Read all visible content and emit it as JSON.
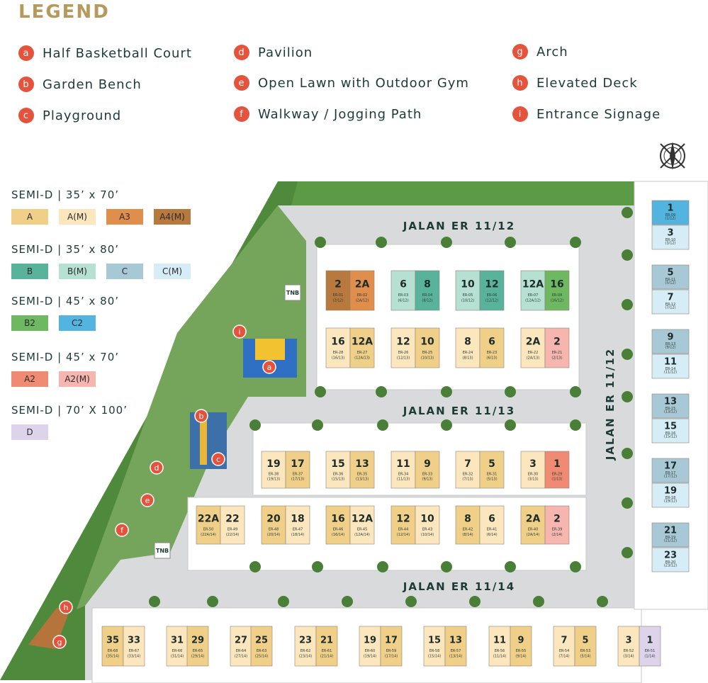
{
  "legend_title": "LEGEND",
  "amenities": [
    {
      "key": "a",
      "label": "Half Basketball Court"
    },
    {
      "key": "b",
      "label": "Garden Bench"
    },
    {
      "key": "c",
      "label": "Playground"
    },
    {
      "key": "d",
      "label": "Pavilion"
    },
    {
      "key": "e",
      "label": "Open Lawn with Outdoor Gym"
    },
    {
      "key": "f",
      "label": "Walkway / Jogging Path"
    },
    {
      "key": "g",
      "label": "Arch"
    },
    {
      "key": "h",
      "label": "Elevated Deck"
    },
    {
      "key": "i",
      "label": "Entrance Signage"
    }
  ],
  "unit_groups": [
    {
      "title": "SEMI-D | 35’ x 70’",
      "types": [
        {
          "label": "A",
          "color": "#f0cf88"
        },
        {
          "label": "A(M)",
          "color": "#fbe6bd"
        },
        {
          "label": "A3",
          "color": "#df8e4c"
        },
        {
          "label": "A4(M)",
          "color": "#b8793e"
        }
      ]
    },
    {
      "title": "SEMI-D | 35’ x 80’",
      "types": [
        {
          "label": "B",
          "color": "#58b39a"
        },
        {
          "label": "B(M)",
          "color": "#b5e0d2"
        },
        {
          "label": "C",
          "color": "#a9c8d6"
        },
        {
          "label": "C(M)",
          "color": "#d6ecf6"
        }
      ]
    },
    {
      "title": "SEMI-D | 45’ x 80’",
      "types": [
        {
          "label": "B2",
          "color": "#6fb862"
        },
        {
          "label": "C2",
          "color": "#52b4df"
        }
      ]
    },
    {
      "title": "SEMI-D | 45’ x 70’",
      "types": [
        {
          "label": "A2",
          "color": "#f08a73"
        },
        {
          "label": "A2(M)",
          "color": "#f6b5ae"
        }
      ]
    },
    {
      "title": "SEMI-D | 70’ X 100’",
      "types": [
        {
          "label": "D",
          "color": "#ddd3ea"
        }
      ]
    }
  ],
  "roads": [
    {
      "name": "JALAN ER 11/12"
    },
    {
      "name": "JALAN ER 11/13"
    },
    {
      "name": "JALAN ER 11/14"
    },
    {
      "name": "JALAN ER 11/12"
    }
  ],
  "tnb_label": "TNB",
  "lots": [
    {
      "n": "2",
      "c": "ER-01",
      "s": "(2/12)",
      "t": "A4(M)"
    },
    {
      "n": "2A",
      "c": "ER-02",
      "s": "(2A/12)",
      "t": "A3"
    },
    {
      "n": "6",
      "c": "ER-03",
      "s": "(6/12)",
      "t": "B(M)"
    },
    {
      "n": "8",
      "c": "ER-04",
      "s": "(8/12)",
      "t": "B"
    },
    {
      "n": "10",
      "c": "ER-05",
      "s": "(10/12)",
      "t": "B(M)"
    },
    {
      "n": "12",
      "c": "ER-06",
      "s": "(12/12)",
      "t": "B"
    },
    {
      "n": "12A",
      "c": "ER-07",
      "s": "(12A/12)",
      "t": "B(M)"
    },
    {
      "n": "16",
      "c": "ER-08",
      "s": "(16/12)",
      "t": "B2"
    },
    {
      "n": "16",
      "c": "ER-28",
      "s": "(16/13)",
      "t": "A(M)"
    },
    {
      "n": "12A",
      "c": "ER-27",
      "s": "(12A/13)",
      "t": "A"
    },
    {
      "n": "12",
      "c": "ER-26",
      "s": "(12/13)",
      "t": "A(M)"
    },
    {
      "n": "10",
      "c": "ER-25",
      "s": "(10/13)",
      "t": "A"
    },
    {
      "n": "8",
      "c": "ER-24",
      "s": "(8/13)",
      "t": "A(M)"
    },
    {
      "n": "6",
      "c": "ER-23",
      "s": "(6/13)",
      "t": "A"
    },
    {
      "n": "2A",
      "c": "ER-22",
      "s": "(2A/13)",
      "t": "A(M)"
    },
    {
      "n": "2",
      "c": "ER-21",
      "s": "(2/13)",
      "t": "A2(M)"
    },
    {
      "n": "19",
      "c": "ER-38",
      "s": "(19/13)",
      "t": "A(M)"
    },
    {
      "n": "17",
      "c": "ER-37",
      "s": "(17/13)",
      "t": "A"
    },
    {
      "n": "15",
      "c": "ER-36",
      "s": "(15/13)",
      "t": "A(M)"
    },
    {
      "n": "13",
      "c": "ER-35",
      "s": "(13/13)",
      "t": "A"
    },
    {
      "n": "11",
      "c": "ER-34",
      "s": "(11/13)",
      "t": "A(M)"
    },
    {
      "n": "9",
      "c": "ER-33",
      "s": "(9/13)",
      "t": "A"
    },
    {
      "n": "7",
      "c": "ER-32",
      "s": "(7/13)",
      "t": "A(M)"
    },
    {
      "n": "5",
      "c": "ER-31",
      "s": "(5/13)",
      "t": "A"
    },
    {
      "n": "3",
      "c": "ER-30",
      "s": "(3/13)",
      "t": "A(M)"
    },
    {
      "n": "1",
      "c": "ER-29",
      "s": "(1/13)",
      "t": "A2"
    },
    {
      "n": "22A",
      "c": "ER-50",
      "s": "(22A/14)",
      "t": "A"
    },
    {
      "n": "22",
      "c": "ER-49",
      "s": "(22/14)",
      "t": "A(M)"
    },
    {
      "n": "20",
      "c": "ER-48",
      "s": "(20/14)",
      "t": "A"
    },
    {
      "n": "18",
      "c": "ER-47",
      "s": "(18/14)",
      "t": "A(M)"
    },
    {
      "n": "16",
      "c": "ER-46",
      "s": "(16/14)",
      "t": "A"
    },
    {
      "n": "12A",
      "c": "ER-45",
      "s": "(12A/14)",
      "t": "A(M)"
    },
    {
      "n": "12",
      "c": "ER-44",
      "s": "(12/14)",
      "t": "A"
    },
    {
      "n": "10",
      "c": "ER-43",
      "s": "(10/14)",
      "t": "A(M)"
    },
    {
      "n": "8",
      "c": "ER-42",
      "s": "(8/14)",
      "t": "A"
    },
    {
      "n": "6",
      "c": "ER-41",
      "s": "(6/14)",
      "t": "A(M)"
    },
    {
      "n": "2A",
      "c": "ER-40",
      "s": "(2A/14)",
      "t": "A"
    },
    {
      "n": "2",
      "c": "ER-39",
      "s": "(2/14)",
      "t": "A2(M)"
    },
    {
      "n": "35",
      "c": "ER-68",
      "s": "(35/14)",
      "t": "A"
    },
    {
      "n": "33",
      "c": "ER-67",
      "s": "(33/14)",
      "t": "A(M)"
    },
    {
      "n": "31",
      "c": "ER-66",
      "s": "(31/14)",
      "t": "A(M)"
    },
    {
      "n": "29",
      "c": "ER-65",
      "s": "(29/14)",
      "t": "A"
    },
    {
      "n": "27",
      "c": "ER-64",
      "s": "(27/14)",
      "t": "A(M)"
    },
    {
      "n": "25",
      "c": "ER-63",
      "s": "(25/14)",
      "t": "A"
    },
    {
      "n": "23",
      "c": "ER-62",
      "s": "(23/14)",
      "t": "A(M)"
    },
    {
      "n": "21",
      "c": "ER-61",
      "s": "(21/14)",
      "t": "A"
    },
    {
      "n": "19",
      "c": "ER-60",
      "s": "(19/14)",
      "t": "A(M)"
    },
    {
      "n": "17",
      "c": "ER-59",
      "s": "(17/14)",
      "t": "A"
    },
    {
      "n": "15",
      "c": "ER-58",
      "s": "(15/14)",
      "t": "A(M)"
    },
    {
      "n": "13",
      "c": "ER-57",
      "s": "(13/14)",
      "t": "A"
    },
    {
      "n": "11",
      "c": "ER-56",
      "s": "(11/14)",
      "t": "A(M)"
    },
    {
      "n": "9",
      "c": "ER-55",
      "s": "(9/14)",
      "t": "A"
    },
    {
      "n": "7",
      "c": "ER-54",
      "s": "(7/14)",
      "t": "A(M)"
    },
    {
      "n": "5",
      "c": "ER-53",
      "s": "(5/14)",
      "t": "A"
    },
    {
      "n": "3",
      "c": "ER-52",
      "s": "(3/14)",
      "t": "A(M)"
    },
    {
      "n": "1",
      "c": "ER-51",
      "s": "(1/14)",
      "t": "D"
    },
    {
      "n": "1",
      "c": "ER-09",
      "s": "(1/12)",
      "t": "C2"
    },
    {
      "n": "3",
      "c": "ER-10",
      "s": "(3/12)",
      "t": "C(M)"
    },
    {
      "n": "5",
      "c": "ER-11",
      "s": "(5/12)",
      "t": "C"
    },
    {
      "n": "7",
      "c": "ER-12",
      "s": "(7/12)",
      "t": "C(M)"
    },
    {
      "n": "9",
      "c": "ER-13",
      "s": "(9/12)",
      "t": "C"
    },
    {
      "n": "11",
      "c": "ER-14",
      "s": "(11/12)",
      "t": "C(M)"
    },
    {
      "n": "13",
      "c": "ER-15",
      "s": "(13/12)",
      "t": "C"
    },
    {
      "n": "15",
      "c": "ER-16",
      "s": "(15/12)",
      "t": "C(M)"
    },
    {
      "n": "17",
      "c": "ER-17",
      "s": "(17/12)",
      "t": "C"
    },
    {
      "n": "19",
      "c": "ER-18",
      "s": "(19/12)",
      "t": "C(M)"
    },
    {
      "n": "21",
      "c": "ER-19",
      "s": "(21/12)",
      "t": "C"
    },
    {
      "n": "23",
      "c": "ER-20",
      "s": "(23/12)",
      "t": "C(M)"
    }
  ],
  "colors": {
    "road": "#d9dadc",
    "plot": "#ffffff",
    "plot_border": "#c9cacb",
    "greenery": "#4f8a3c",
    "marker": "#e5533d"
  }
}
